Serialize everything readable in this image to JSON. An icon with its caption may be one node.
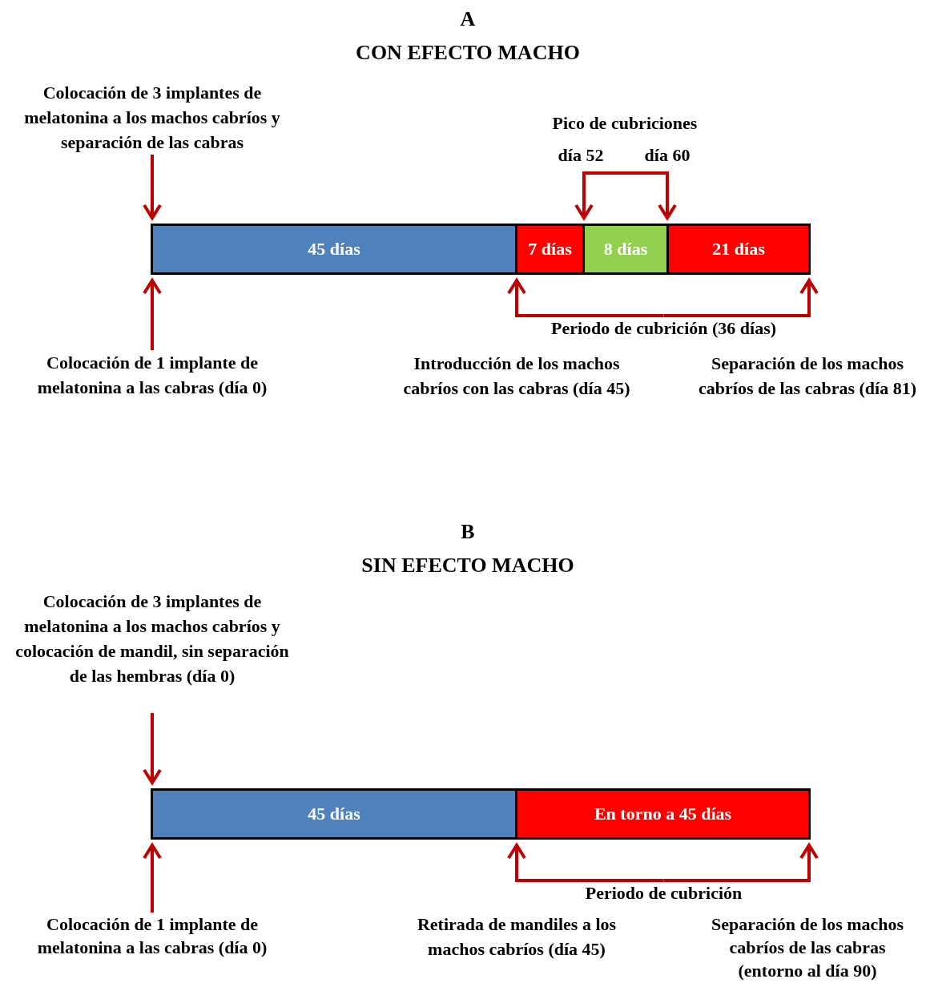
{
  "diagram": {
    "nodes": [
      {
        "text": [
          "Colocación de 3 implantes de melatonina a los machos cabríos y separación de las cabras"
        ]
      },
      {
        "text": [
          "45 días"
        ]
      },
      {
        "text": [
          "7 días"
        ]
      },
      {
        "text": [
          "8 días"
        ]
      },
      {
        "text": [
          "21 días"
        ]
      },
      {
        "text": [
          "Colocación de 1 implante de melatonina a las cabras (día 0)"
        ]
      },
      {
        "text": [
          "Pico de cubriciones"
        ],
        "beside": [
          "día 52",
          "día 60"
        ]
      },
      {
        "text": [
          "Periodo de cubrición (36 días)"
        ]
      },
      {
        "text": [
          "Colocación de 3 implantes de melatonina a los machos cabríos y colocación de mandil, sin separación de las hembras (día 0)"
        ]
      },
      {
        "text": [
          "45 días"
        ]
      },
      {
        "text": [
          "En torno a 45 días"
        ]
      },
      {
        "text": [
          "Colocación de 1 implante de melatonina a las cabras (día 0)"
        ]
      },
      {
        "text": [
          "Periodo de cubrición"
        ]
      }
    ],
    "edges": [
      {
        "from": 0,
        "to": 1,
        "arrow": "to"
      },
      {
        "from": 5,
        "to": 1,
        "arrow": "to"
      },
      {
        "from": 6,
        "to": 3,
        "arrow": "to"
      },
      {
        "from": 6,
        "to": 3,
        "arrow": "to"
      },
      {
        "from": 7,
        "to": 2,
        "arrow": "to"
      },
      {
        "from": 7,
        "to": 4,
        "arrow": "to"
      },
      {
        "from": 8,
        "to": 9,
        "arrow": "to"
      },
      {
        "from": 11,
        "to": 9,
        "arrow": "to"
      },
      {
        "from": 12,
        "to": 10,
        "arrow": "to"
      },
      {
        "from": 12,
        "to": 10,
        "arrow": "to"
      }
    ],
    "labels": [
      "A",
      "CON EFECTO MACHO",
      "Introducción de los machos cabríos con las cabras (día 45)",
      "Separación de los machos cabríos de las cabras (día 81)",
      "B",
      "SIN EFECTO MACHO",
      "Retirada de mandiles a los machos cabríos (día 45)",
      "Separación de los machos cabríos de las cabras (entorno al día 90)"
    ]
  }
}
